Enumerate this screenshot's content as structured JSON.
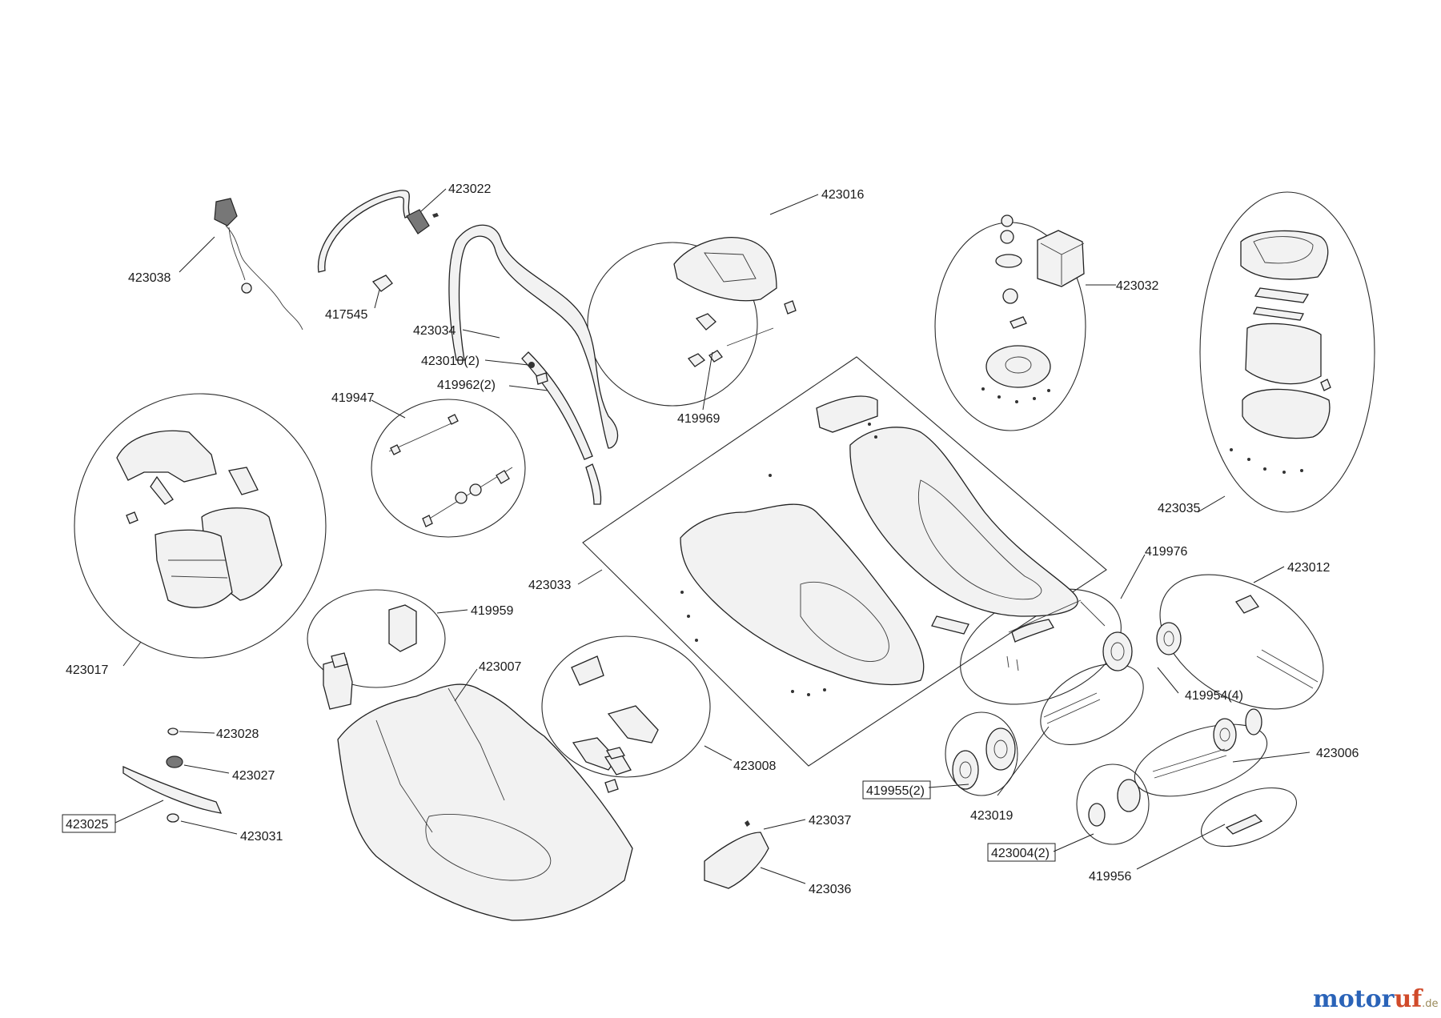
{
  "brand": {
    "letters": [
      "m",
      "o",
      "t",
      "o",
      "r",
      "u",
      "f"
    ],
    "letter_colors": [
      "#2a63b8",
      "#2a63b8",
      "#2a63b8",
      "#2a63b8",
      "#2a63b8",
      "#d04a2a",
      "#d04a2a"
    ],
    "suffix": ".de"
  },
  "part_labels": {
    "p423038": "423038",
    "p423022": "423022",
    "p417545": "417545",
    "p423034": "423034",
    "p423010": "423010(2)",
    "p419962": "419962(2)",
    "p423016": "423016",
    "p419969": "419969",
    "p423032": "423032",
    "p423035": "423035",
    "p419947": "419947",
    "p423017": "423017",
    "p419959": "419959",
    "p423033": "423033",
    "p419976": "419976",
    "p423012": "423012",
    "p423007": "423007",
    "p423008": "423008",
    "p423028": "423028",
    "p423027": "423027",
    "p423025": "423025",
    "p423031": "423031",
    "p419954": "419954(4)",
    "p419955": "419955(2)",
    "p423019": "423019",
    "p423006": "423006",
    "p423037": "423037",
    "p423036": "423036",
    "p423004": "423004(2)",
    "p419956": "419956"
  }
}
